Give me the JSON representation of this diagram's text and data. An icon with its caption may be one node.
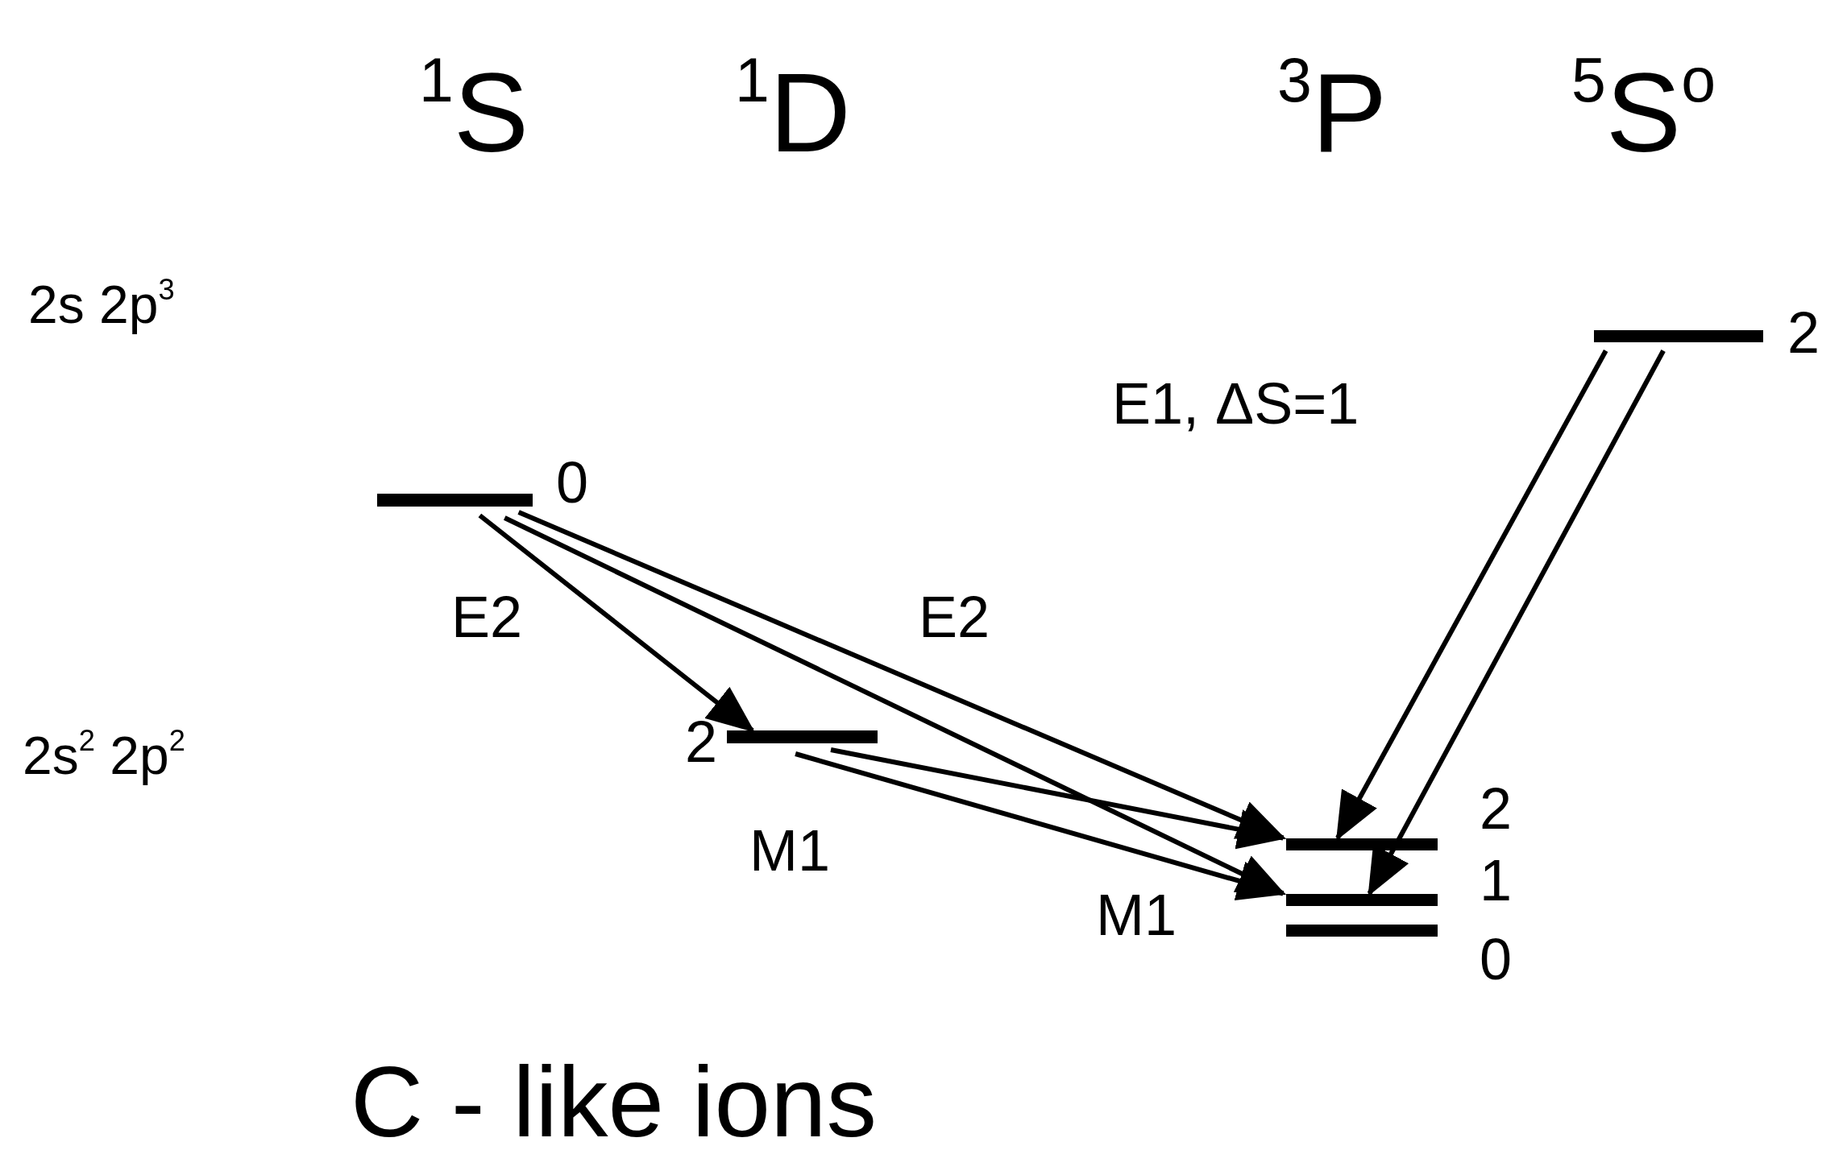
{
  "diagram": {
    "caption": "C - like ions",
    "nodes": [
      {
        "text": [],
        "shape": "bar",
        "beside": [
          "2"
        ]
      },
      {
        "text": [],
        "shape": "bar",
        "beside": [
          "0"
        ]
      },
      {
        "text": [],
        "shape": "bar",
        "beside": [
          "2"
        ]
      },
      {
        "text": [],
        "shape": "bar",
        "beside": [
          "2"
        ]
      },
      {
        "text": [],
        "shape": "bar",
        "beside": [
          "1"
        ]
      },
      {
        "text": [],
        "shape": "bar",
        "beside": [
          "0"
        ]
      }
    ],
    "edges": [
      {
        "from": 1,
        "to": 2,
        "arrow": "to",
        "label": "E2"
      },
      {
        "from": 1,
        "to": 3,
        "arrow": "to",
        "label": "E2"
      },
      {
        "from": 1,
        "to": 4,
        "arrow": "to"
      },
      {
        "from": 2,
        "to": 3,
        "arrow": "to",
        "label": "M1"
      },
      {
        "from": 2,
        "to": 4,
        "arrow": "to",
        "label": "M1"
      },
      {
        "from": 0,
        "to": 3,
        "arrow": "to",
        "label": "E1, ΔS=1"
      },
      {
        "from": 0,
        "to": 4,
        "arrow": "to"
      }
    ],
    "labels": [
      "$^{1}$S",
      "$^{1}$D",
      "$^{3}$P",
      "$^{5}$S$^{o}$",
      "2s 2p$^{3}$",
      "2s$^{2}$ 2p$^{2}$"
    ]
  }
}
